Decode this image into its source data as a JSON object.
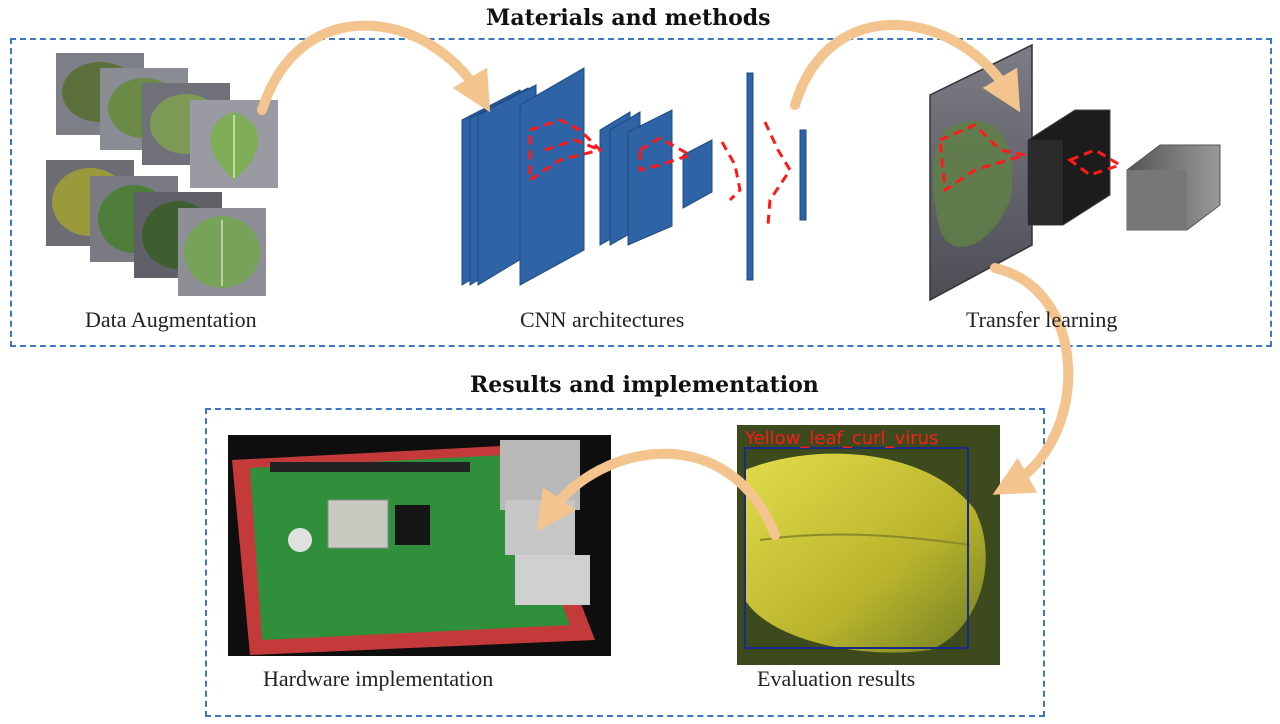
{
  "top_section": {
    "title": "Materials and methods",
    "stages": [
      {
        "caption": "Data Augmentation"
      },
      {
        "caption": "CNN architectures"
      },
      {
        "caption": "Transfer learning"
      }
    ]
  },
  "bottom_section": {
    "title": "Results and implementation",
    "panels": [
      {
        "caption": "Hardware implementation"
      },
      {
        "caption": "Evaluation results",
        "detection_label": "Yellow_leaf_curl_virus"
      }
    ]
  },
  "colors": {
    "box_border": "#3a78c2",
    "cnn_layer": "#2e63a6",
    "arrow": "#f4c48f",
    "detection": "#ff1a1a",
    "tomato_leaf": "#4f7d3a",
    "yellow_leaf": "#c9c43a",
    "pcb": "#2f8f3a",
    "pcb_base": "#c43a3a"
  },
  "icons": [
    "leaf-image-icon",
    "cnn-layer-icon",
    "feature-cube-icon",
    "raspberry-pi-board-icon",
    "diseased-leaf-icon"
  ]
}
